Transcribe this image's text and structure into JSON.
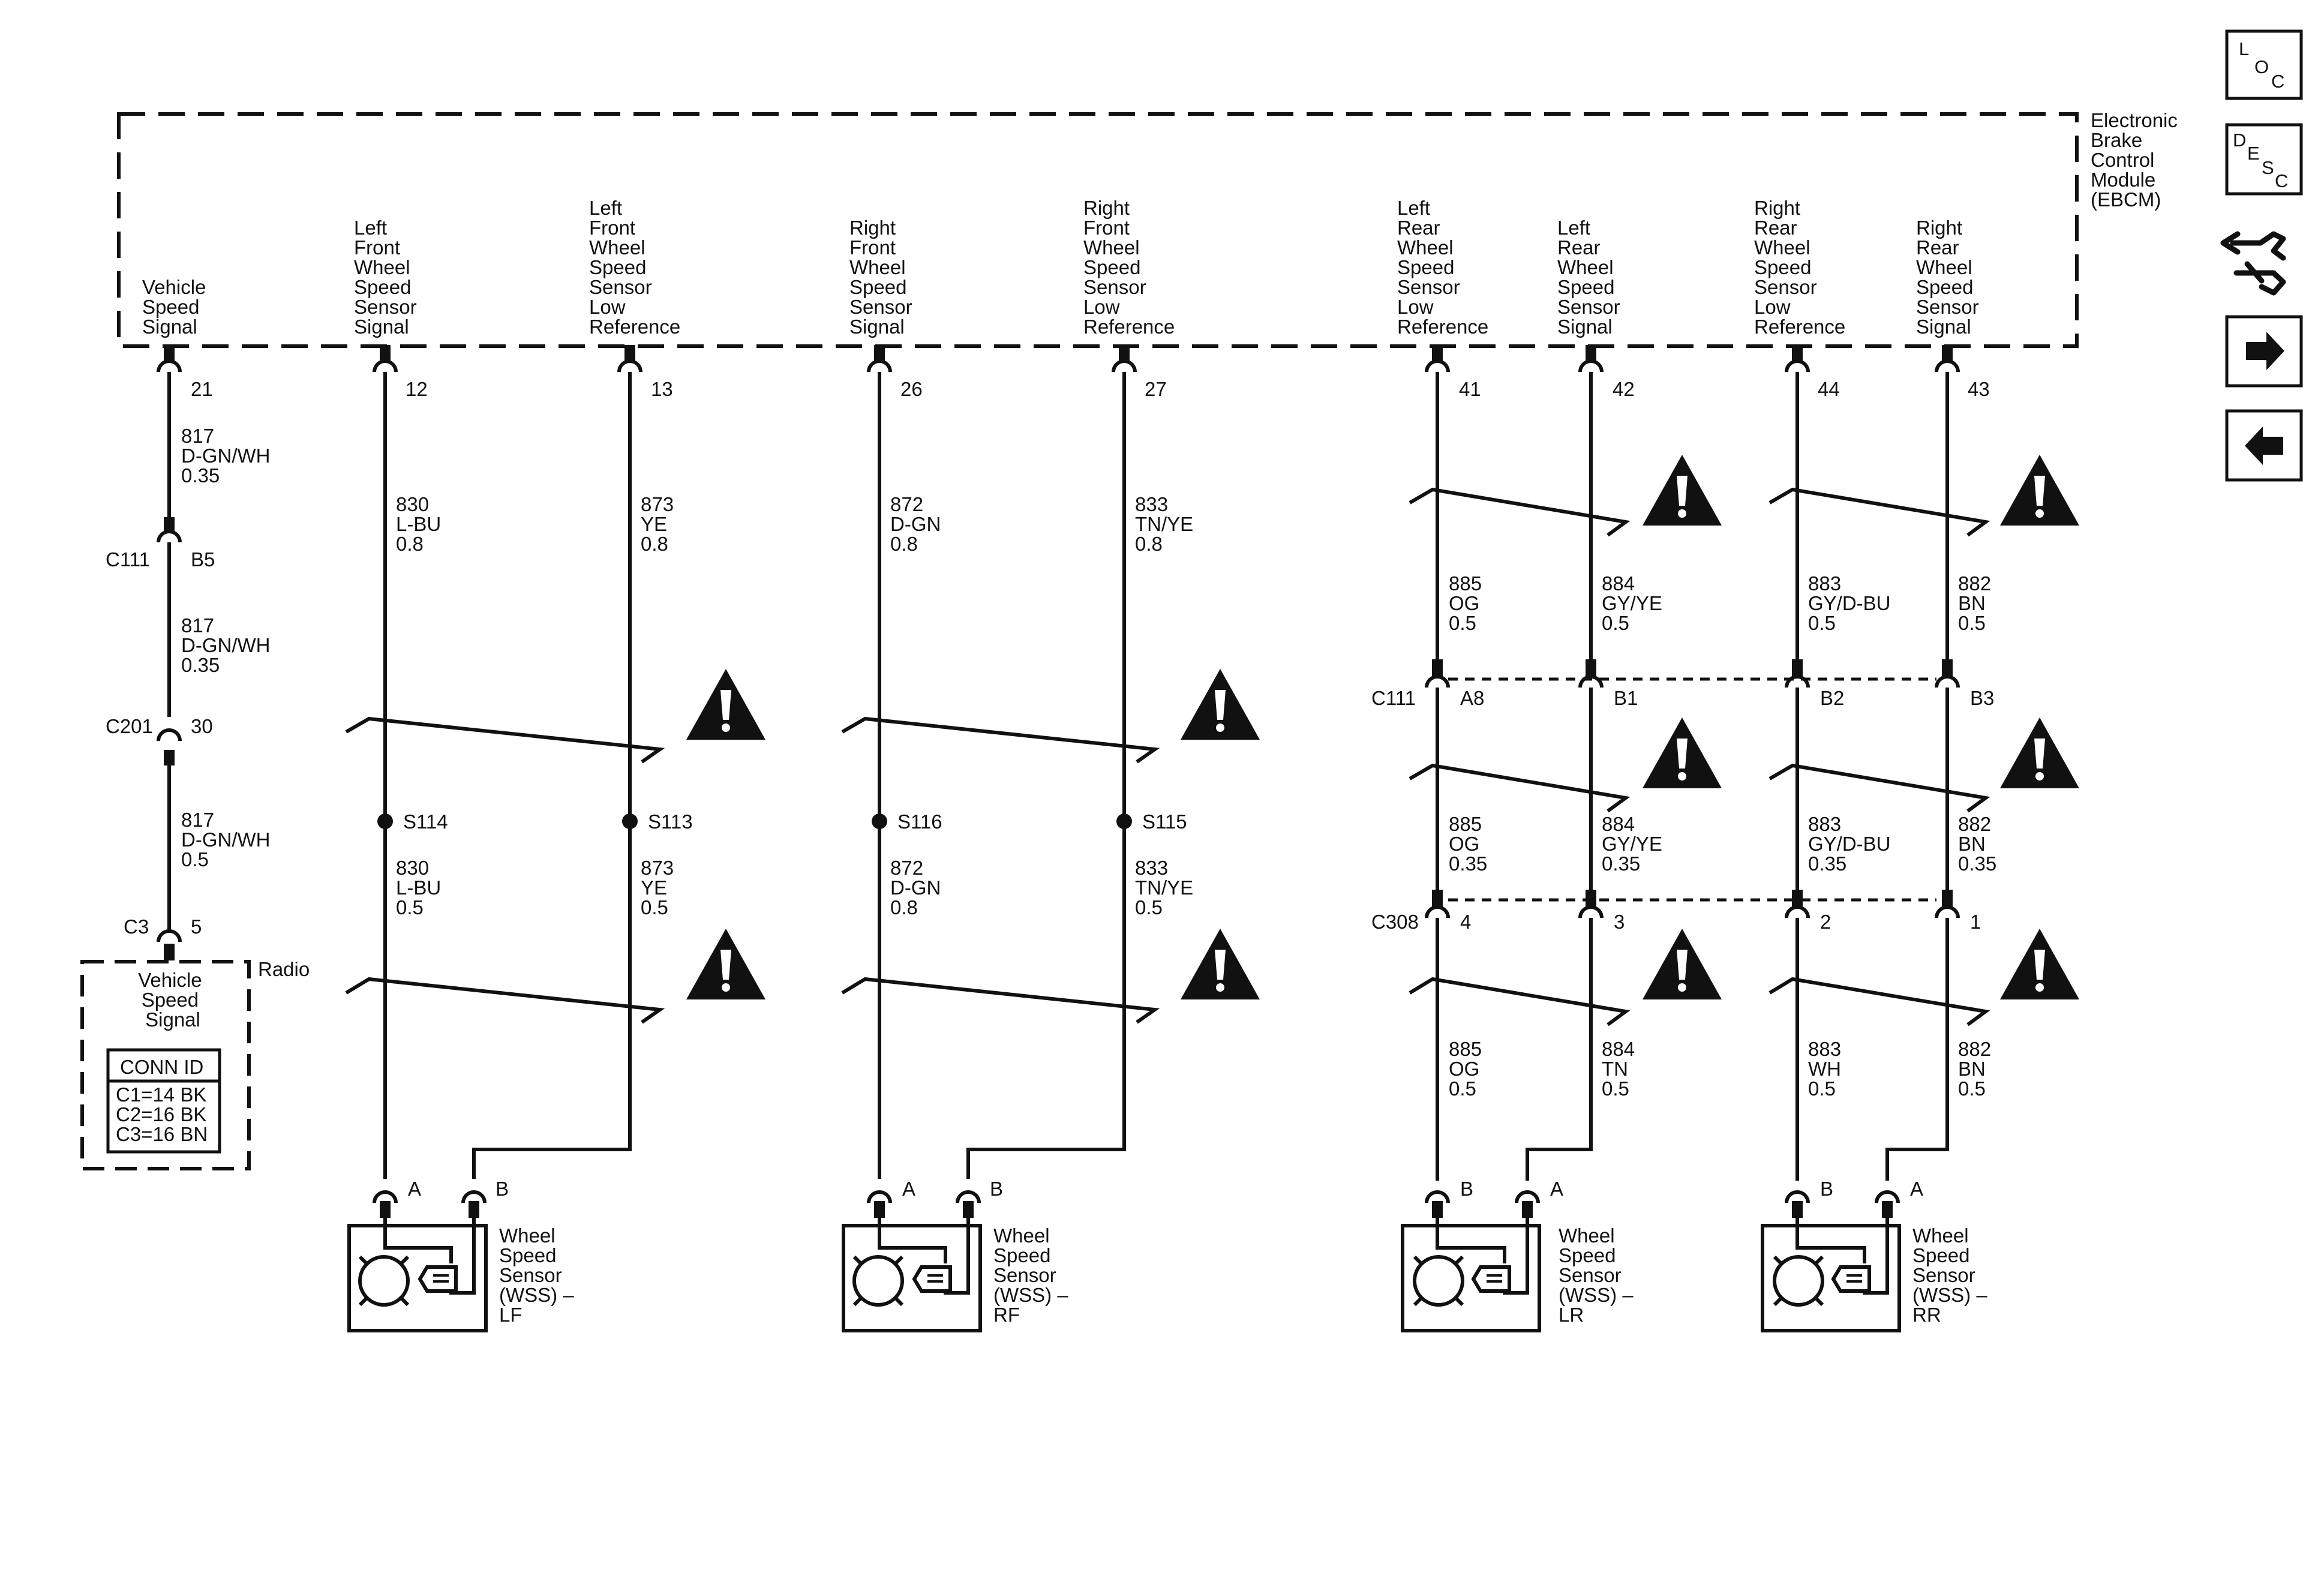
{
  "module": {
    "name_lines": [
      "Electronic",
      "Brake",
      "Control",
      "Module",
      "(EBCM)"
    ]
  },
  "pin_labels": [
    [
      "Vehicle",
      "Speed",
      "Signal"
    ],
    [
      "Left",
      "Front",
      "Wheel",
      "Speed",
      "Sensor",
      "Signal"
    ],
    [
      "Left",
      "Front",
      "Wheel",
      "Speed",
      "Sensor",
      "Low",
      "Reference"
    ],
    [
      "Right",
      "Front",
      "Wheel",
      "Speed",
      "Sensor",
      "Signal"
    ],
    [
      "Right",
      "Front",
      "Wheel",
      "Speed",
      "Sensor",
      "Low",
      "Reference"
    ],
    [
      "Left",
      "Rear",
      "Wheel",
      "Speed",
      "Sensor",
      "Low",
      "Reference"
    ],
    [
      "Left",
      "Rear",
      "Wheel",
      "Speed",
      "Sensor",
      "Signal"
    ],
    [
      "Right",
      "Rear",
      "Wheel",
      "Speed",
      "Sensor",
      "Low",
      "Reference"
    ],
    [
      "Right",
      "Rear",
      "Wheel",
      "Speed",
      "Sensor",
      "Signal"
    ]
  ],
  "pins": [
    "21",
    "12",
    "13",
    "26",
    "27",
    "41",
    "42",
    "44",
    "43"
  ],
  "vehicle_speed": {
    "wire_segments": [
      [
        "817",
        "D-GN/WH",
        "0.35"
      ],
      [
        "817",
        "D-GN/WH",
        "0.35"
      ],
      [
        "817",
        "D-GN/WH",
        "0.5"
      ]
    ],
    "connectors": [
      {
        "name": "C111",
        "pin": "B5"
      },
      {
        "name": "C201",
        "pin": "30"
      },
      {
        "name": "C3",
        "pin": "5"
      }
    ]
  },
  "radio": {
    "name": "Radio",
    "signal_lines": [
      "Vehicle",
      "Speed",
      "Signal"
    ],
    "conn_header": "CONN ID",
    "conn_rows": [
      "C1=14 BK",
      "C2=16 BK",
      "C3=16 BN"
    ]
  },
  "front_wires": [
    {
      "top": [
        "830",
        "L-BU",
        "0.8"
      ],
      "splice": "S114",
      "bottom": [
        "830",
        "L-BU",
        "0.5"
      ]
    },
    {
      "top": [
        "873",
        "YE",
        "0.8"
      ],
      "splice": "S113",
      "bottom": [
        "873",
        "YE",
        "0.5"
      ]
    },
    {
      "top": [
        "872",
        "D-GN",
        "0.8"
      ],
      "splice": "S116",
      "bottom": [
        "872",
        "D-GN",
        "0.8"
      ]
    },
    {
      "top": [
        "833",
        "TN/YE",
        "0.8"
      ],
      "splice": "S115",
      "bottom": [
        "833",
        "TN/YE",
        "0.5"
      ]
    }
  ],
  "rear_wires": [
    {
      "seg1": [
        "885",
        "OG",
        "0.5"
      ],
      "seg2": [
        "885",
        "OG",
        "0.35"
      ],
      "seg3": [
        "885",
        "OG",
        "0.5"
      ]
    },
    {
      "seg1": [
        "884",
        "GY/YE",
        "0.5"
      ],
      "seg2": [
        "884",
        "GY/YE",
        "0.35"
      ],
      "seg3": [
        "884",
        "TN",
        "0.5"
      ]
    },
    {
      "seg1": [
        "883",
        "GY/D-BU",
        "0.5"
      ],
      "seg2": [
        "883",
        "GY/D-BU",
        "0.35"
      ],
      "seg3": [
        "883",
        "WH",
        "0.5"
      ]
    },
    {
      "seg1": [
        "882",
        "BN",
        "0.5"
      ],
      "seg2": [
        "882",
        "BN",
        "0.35"
      ],
      "seg3": [
        "882",
        "BN",
        "0.5"
      ]
    }
  ],
  "rear_connectors": {
    "c111": {
      "name": "C111",
      "pins": [
        "A8",
        "B1",
        "B2",
        "B3"
      ]
    },
    "c308": {
      "name": "C308",
      "pins": [
        "4",
        "3",
        "2",
        "1"
      ]
    }
  },
  "sensors": [
    {
      "label_lines": [
        "Wheel",
        "Speed",
        "Sensor",
        "(WSS) –",
        "LF"
      ],
      "pins": [
        "A",
        "B"
      ]
    },
    {
      "label_lines": [
        "Wheel",
        "Speed",
        "Sensor",
        "(WSS) –",
        "RF"
      ],
      "pins": [
        "A",
        "B"
      ]
    },
    {
      "label_lines": [
        "Wheel",
        "Speed",
        "Sensor",
        "(WSS) –",
        "LR"
      ],
      "pins": [
        "B",
        "A"
      ]
    },
    {
      "label_lines": [
        "Wheel",
        "Speed",
        "Sensor",
        "(WSS) –",
        "RR"
      ],
      "pins": [
        "B",
        "A"
      ]
    }
  ],
  "sidebar": {
    "loc_icon": "loc-icon",
    "desc_icon": "desc-icon",
    "connector_icon": "connector-wrench-icon",
    "next_icon": "arrow-right-icon",
    "prev_icon": "arrow-left-icon"
  }
}
